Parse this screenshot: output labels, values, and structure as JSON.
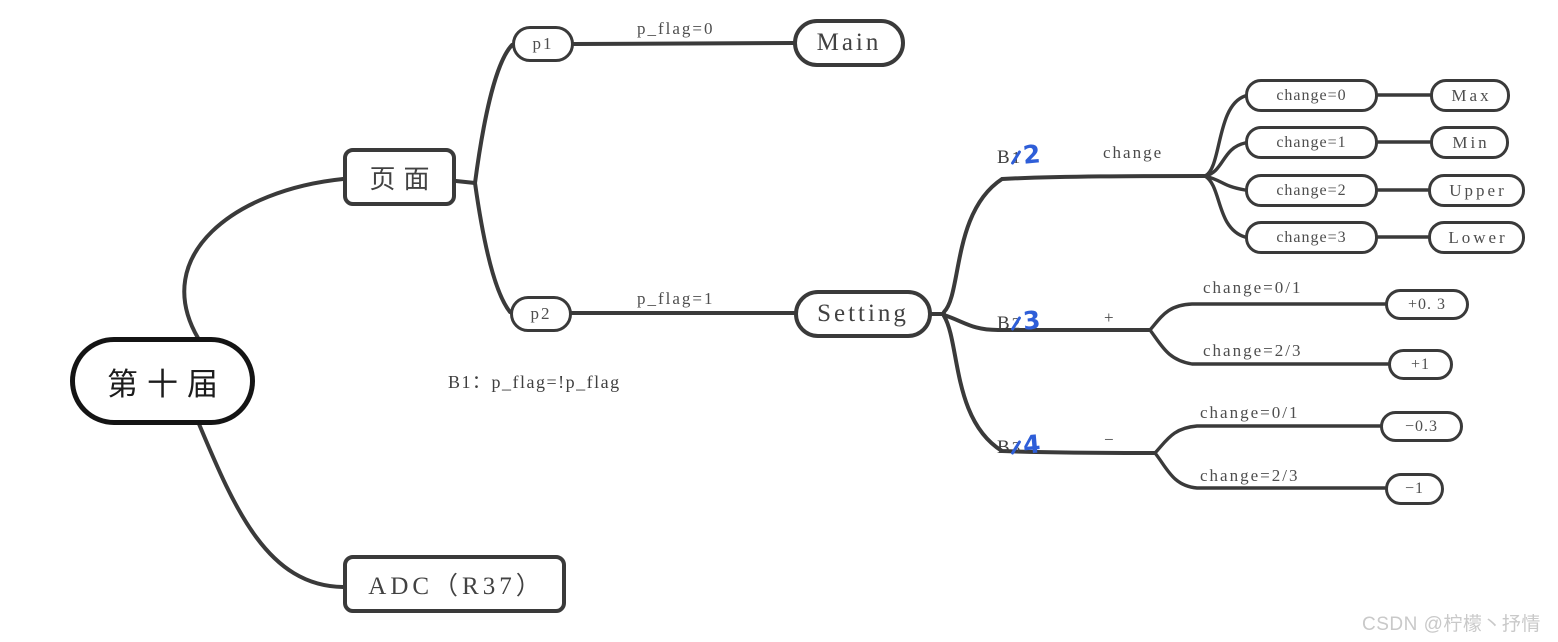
{
  "colors": {
    "line": "#3a3a3a",
    "root_border": "#141414",
    "handwriting_blue": "#2e5ed8",
    "watermark_gray": "#c9c9c9",
    "background": "#ffffff"
  },
  "root": {
    "label": "第十届"
  },
  "nodes": {
    "page": {
      "label": "页面"
    },
    "p1": {
      "label": "p1"
    },
    "main": {
      "label": "Main"
    },
    "p2": {
      "label": "p2"
    },
    "setting": {
      "label": "Setting"
    },
    "adc": {
      "label": "ADC（R37）"
    }
  },
  "edge_labels": {
    "p1_cond": "p_flag=0",
    "p2_cond": "p_flag=1"
  },
  "note_b1": "B1：p_flag=!p_flag",
  "branches": [
    {
      "base": "B",
      "old": "1",
      "new": "2",
      "op": "change",
      "children": [
        {
          "cond": "change=0",
          "result": "Max"
        },
        {
          "cond": "change=1",
          "result": "Min"
        },
        {
          "cond": "change=2",
          "result": "Upper"
        },
        {
          "cond": "change=3",
          "result": "Lower"
        }
      ]
    },
    {
      "base": "B",
      "old": "2",
      "new": "3",
      "op": "+",
      "children": [
        {
          "cond": "change=0/1",
          "result": "+0. 3"
        },
        {
          "cond": "change=2/3",
          "result": "+1"
        }
      ]
    },
    {
      "base": "B",
      "old": "3",
      "new": "4",
      "op": "−",
      "children": [
        {
          "cond": "change=0/1",
          "result": "−0.3"
        },
        {
          "cond": "change=2/3",
          "result": "−1"
        }
      ]
    }
  ],
  "watermark": "CSDN @柠檬丶抒情"
}
